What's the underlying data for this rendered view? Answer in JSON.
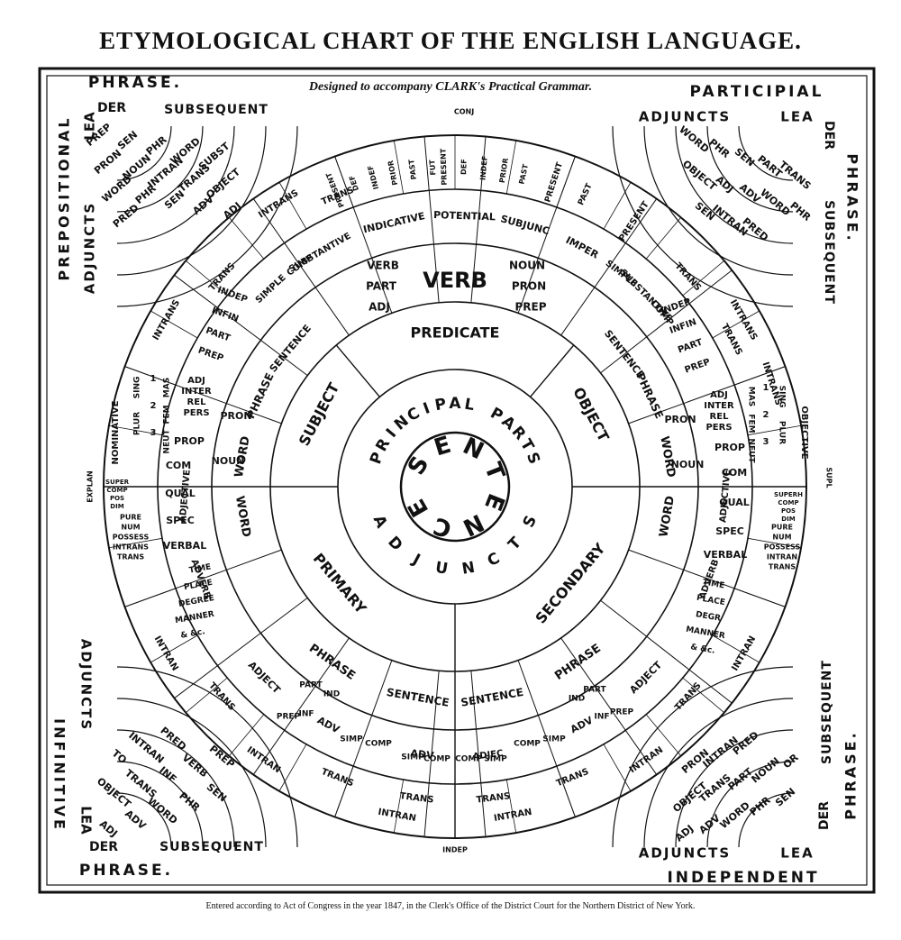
{
  "title": "ETYMOLOGICAL CHART OF THE ENGLISH LANGUAGE.",
  "subtitle": "Designed to accompany CLARK's Practical Grammar.",
  "footer": "Entered according to Act of Congress in the year 1847, in the Clerk's Office of the District Court for the Northern District of New York.",
  "center": {
    "word": "SENTENCE",
    "principal_parts": "PRINCIPAL PARTS",
    "adjuncts": "ADJUNCTS"
  },
  "ring2": {
    "subject": "SUBJECT",
    "predicate": "PREDICATE",
    "object": "OBJECT",
    "primary": "PRIMARY",
    "secondary": "SECONDARY"
  },
  "verb_block": {
    "verb": "VERB",
    "left": [
      "VERB",
      "PART",
      "ADJ"
    ],
    "right": [
      "NOUN",
      "PRON",
      "PREP"
    ]
  },
  "words": {
    "word": "WORD",
    "phrase": "PHRASE",
    "sentence": "SENTENCE",
    "substantive": "SUBSTANTIVE",
    "adjective": "ADJECTIVE",
    "adverb": "ADVERB",
    "adject": "ADJECT",
    "adv": "ADV"
  },
  "left_side": {
    "pron": "PRON",
    "noun": "NOUN",
    "prop": "PROP",
    "com": "COM",
    "pron_cols": [
      "ADJ",
      "INTER",
      "REL",
      "PERS"
    ],
    "gender": [
      "MAS",
      "FEM",
      "NEUT"
    ],
    "person": [
      "1",
      "2",
      "3"
    ],
    "number": [
      "SING",
      "PLUR"
    ],
    "case": "NOMINATIVE",
    "indep": [
      "INDEP",
      "INFIN",
      "PART",
      "PREP"
    ],
    "qual": "QUAL",
    "spec": "SPEC",
    "verbal": "VERBAL",
    "degrees": [
      "SUPER",
      "COMP",
      "POS",
      "DIM"
    ],
    "specs": [
      "PURE",
      "NUM",
      "POSSESS",
      "INTRANS",
      "TRANS"
    ],
    "adverb_kinds": [
      "TIME",
      "PLACE",
      "DEGREE",
      "MANNER",
      "& &c."
    ],
    "explan": "EXPLAN"
  },
  "right_side": {
    "case": "OBJECTIVE",
    "degrees": [
      "SUPERH",
      "COMP",
      "POS",
      "DIM"
    ],
    "specs": [
      "PURE",
      "NUM",
      "POSSESS",
      "INTRAN",
      "TRANS"
    ],
    "adverb_kinds": [
      "TIME",
      "PLACE",
      "DEGR",
      "MANNER",
      "& &c."
    ],
    "supl": "SUPL"
  },
  "top_arc": {
    "indicative": "INDICATIVE",
    "potential": "POTENTIAL",
    "subjunc": "SUBJUNC",
    "imper": "IMPER",
    "tenses_a": [
      "PRESENT",
      "DEF",
      "INDEF",
      "PRIOR",
      "PAST",
      "FUT"
    ],
    "tenses_b": [
      "PRESENT",
      "DEF",
      "INDEF",
      "PRIOR",
      "PAST"
    ],
    "tenses_c": [
      "PRESENT",
      "PAST"
    ],
    "present": "PRESENT",
    "conj": "CONJ"
  },
  "verb_kinds": {
    "intrans": "INTRANS",
    "trans": "TRANS",
    "simple": "SIMPLE",
    "comp": "COMP",
    "intran": "INTRAN",
    "simp": "SIMP",
    "ind": "IND",
    "inf": "INF",
    "part": "PART",
    "prep": "PREP",
    "adjec": "ADJEC",
    "indep": "INDEP"
  },
  "corners": {
    "top_left": {
      "outer_top": "PHRASE.",
      "side": "PREPOSITIONAL",
      "adjuncts": "ADJUNCTS",
      "lea": "LEA",
      "der": "DER",
      "subsequent": "SUBSEQUENT",
      "items": [
        "PREP",
        "SEN",
        "PHR",
        "WORD",
        "SUBST",
        "PRON",
        "NOUN",
        "INTRAN",
        "TRANS",
        "OBJECT",
        "WORD",
        "PHR",
        "SEN",
        "ADV",
        "ADJ",
        "PRED"
      ]
    },
    "top_right": {
      "outer_top": "PARTICIPIAL",
      "side": "PHRASE.",
      "adjuncts": "ADJUNCTS",
      "lea": "LEA",
      "der": "DER",
      "subsequent": "SUBSEQUENT",
      "items": [
        "WORD",
        "PHR",
        "SEN",
        "PART",
        "TRANS",
        "OBJECT",
        "ADJ",
        "ADV",
        "WORD",
        "PHR",
        "SEN",
        "INTRAN",
        "PRED"
      ]
    },
    "bottom_left": {
      "outer_bottom": "PHRASE.",
      "side": "INFINITIVE",
      "adjuncts": "ADJUNCTS",
      "lea": "LEA",
      "der": "DER",
      "subsequent": "SUBSEQUENT",
      "items": [
        "ADJ",
        "ADV",
        "WORD",
        "PHR",
        "SEN",
        "OBJECT",
        "TRANS",
        "INF",
        "VERB",
        "PREP",
        "TO",
        "INTRAN",
        "PRED"
      ]
    },
    "bottom_right": {
      "outer_bottom": "INDEPENDENT",
      "side": "PHRASE.",
      "adjuncts": "ADJUNCTS",
      "lea": "LEA",
      "der": "DER",
      "subsequent": "SUBSEQUENT",
      "items": [
        "ADJ",
        "ADV",
        "WORD",
        "PHR",
        "SEN",
        "OBJECT",
        "TRANS",
        "PART",
        "NOUN",
        "OR",
        "PRON",
        "INTRAN",
        "PRED"
      ]
    },
    "indep_tag": "INDEP"
  }
}
